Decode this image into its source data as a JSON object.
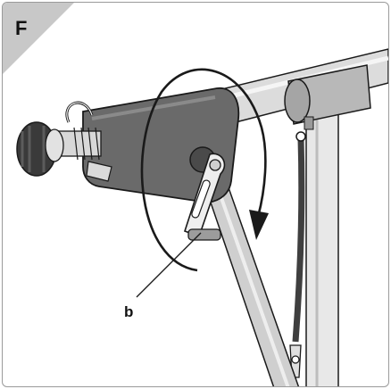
{
  "step": {
    "label": "F"
  },
  "callouts": [
    {
      "letter": "b"
    }
  ],
  "colors": {
    "corner_tab": "#c8c8c8",
    "housing": "#6a6a6a",
    "tube": "#dcdcdc",
    "strap": "#3f3f3f",
    "outline": "#1a1a1a"
  },
  "icons": {
    "rotation_arrow": "counterclockwise-rotation-arrow"
  }
}
